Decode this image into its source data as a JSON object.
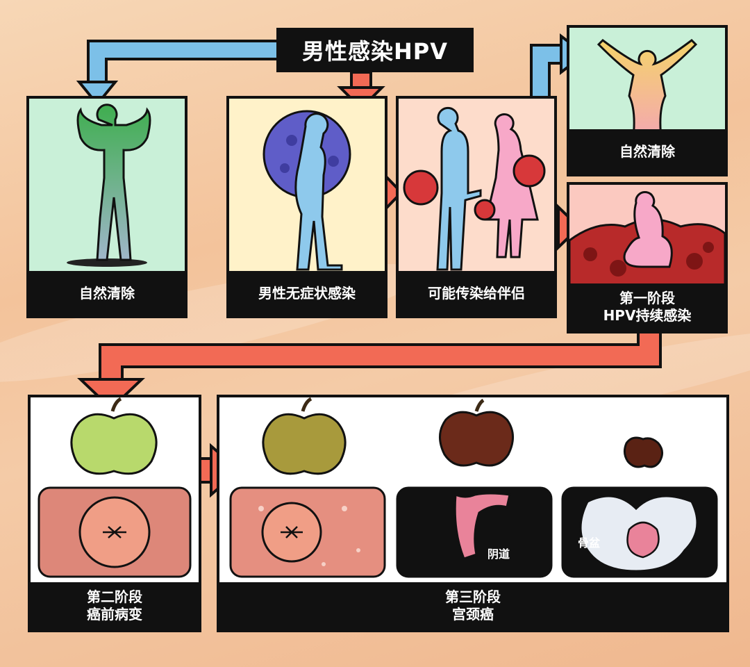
{
  "title": "男性感染HPV",
  "panels": {
    "clear_left": "自然清除",
    "asymptomatic": "男性无症状感染",
    "transmit": "可能传染给伴侣",
    "clear_right": "自然清除",
    "stage1_line1": "第一阶段",
    "stage1_line2": "HPV持续感染",
    "stage2_line1": "第二阶段",
    "stage2_line2": "癌前病变",
    "stage3_line1": "第三阶段",
    "stage3_line2": "宫颈癌"
  },
  "labels": {
    "vagina": "阴道",
    "pelvis": "骨盆"
  },
  "colors": {
    "blue_arrow": "#7cc0e8",
    "red_arrow": "#f26a55",
    "mint_panel": "#c9f0d8",
    "cream_panel": "#fff2c9",
    "peach_panel": "#fddccb",
    "pink_panel": "#fbc9c0"
  }
}
